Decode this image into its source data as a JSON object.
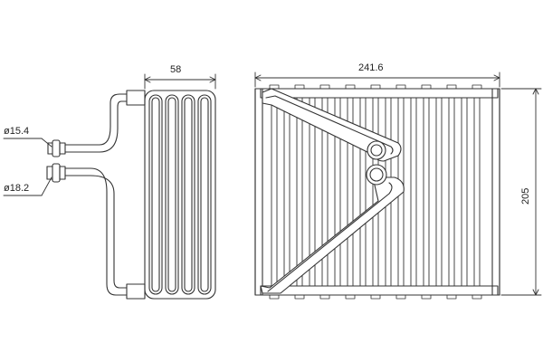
{
  "dimensions": {
    "side_width": "58",
    "front_width": "241.6",
    "height": "205",
    "pipe_upper_diameter": "ø15.4",
    "pipe_lower_diameter": "ø18.2"
  }
}
